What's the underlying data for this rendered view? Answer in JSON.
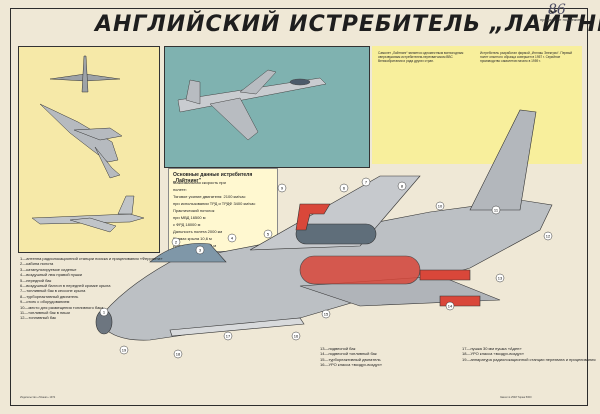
{
  "title": "АНГЛИЙСКИЙ ИСТРЕБИТЕЛЬ „ЛАЙТНИНГ”",
  "handwritten_number": "86",
  "sale_note": "продаже не подлежит",
  "description_paragraphs": [
    "Самолет „Лайтнинг“ является одноместным всепогодным сверхзвуковым истребителем-перехватчиком ВВС Великобритании и ряда других стран.",
    "Истребитель разработан фирмой „Инглиш Электрик“. Первый полет опытного образца совершен в 1957 г. Серийное производство самолетов начато в 1959 г."
  ],
  "specs": {
    "title": "Основные данные истребителя „Лайтнинг”",
    "rows": [
      {
        "label": "Максимальная скорость при",
        "value": ""
      },
      {
        "label": "полете:",
        "value": ""
      },
      {
        "label": "Тяговое усилие двигателя:",
        "value": "2100 км/час"
      },
      {
        "label": "при использовании ТРД и ТРДФ",
        "value": "3400 км/час"
      },
      {
        "label": "Практический потолок",
        "value": ""
      },
      {
        "label": "при МВД",
        "value": "16500 м"
      },
      {
        "label": "с ФРД",
        "value": "18000 м"
      },
      {
        "label": "Дальность полета",
        "value": "2000 км"
      },
      {
        "label": "Размах крыла",
        "value": "10,6 м"
      },
      {
        "label": "Длина самолета",
        "value": "16,8 м"
      }
    ]
  },
  "legend_left": [
    "1—антенна радиолокационной станции поиска и прицеливания «Ферранти»",
    "2—кабина пилота",
    "3—катапультируемое сиденье",
    "4—воздушный люк правой пушки",
    "5—передний бак",
    "6—воздушный баллон в передней кромке крыла",
    "7—топливный бак в кессоне крыла",
    "8—турбореактивный двигатель",
    "9—отсек с оборудованием",
    "10—место для размещения топливного бака",
    "11—топливный бак в ниши",
    "12—топливный бак"
  ],
  "legend_bottom_mid": [
    "13—подвесной бак",
    "14—подвесной топливный бак",
    "15—турбореактивный двигатель",
    "16—УРО класса «воздух-воздух»"
  ],
  "legend_bottom_right": [
    "17—пушка 30 мм пушка «Аден»",
    "18—УРО класса «воздух-воздух»",
    "19—аппаратура радиолокационной станции перехвата и прицеливания"
  ],
  "callouts": [
    "1",
    "2",
    "3",
    "4",
    "5",
    "6",
    "7",
    "8",
    "9",
    "10",
    "11",
    "12",
    "13",
    "14",
    "15",
    "16",
    "17",
    "18",
    "19"
  ],
  "footer_left": "Издательство «Плакат» 1972",
  "footer_right": "Заказ № 2548  Тираж 5000",
  "colors": {
    "background": "#efe8d6",
    "yellow_panel": "#f6e9a8",
    "sky": "#7fb2b0",
    "aircraft": "#b9bcc0",
    "red_tank": "#d9473a"
  }
}
